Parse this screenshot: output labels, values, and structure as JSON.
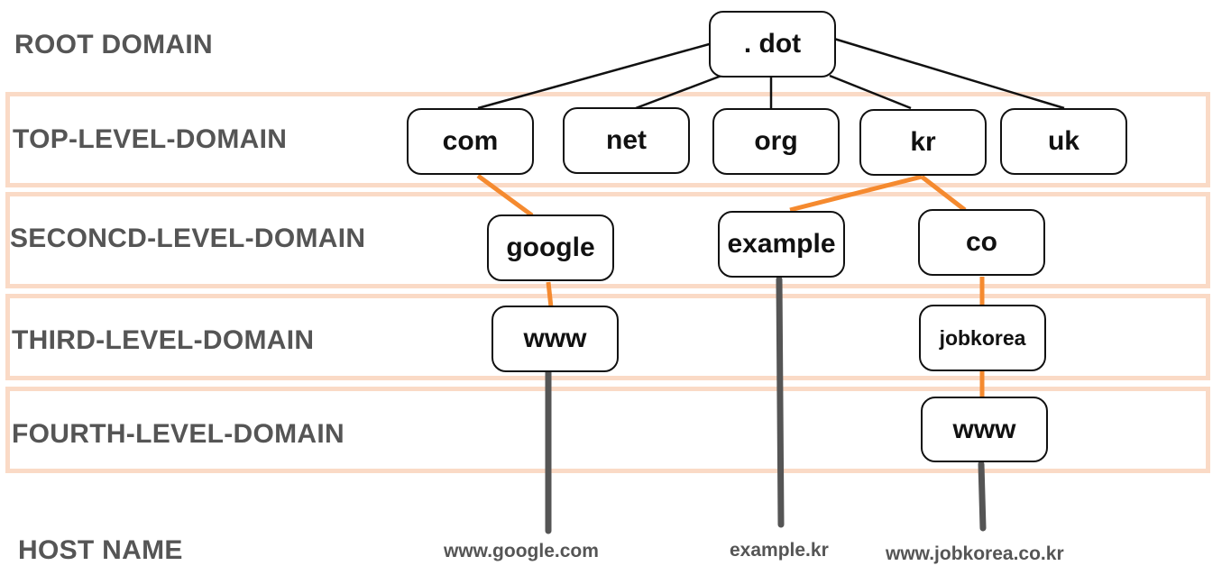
{
  "levels": {
    "root": "ROOT DOMAIN",
    "tld": "TOP-LEVEL-DOMAIN",
    "sld": "SECONCD-LEVEL-DOMAIN",
    "third": "THIRD-LEVEL-DOMAIN",
    "fourth": "FOURTH-LEVEL-DOMAIN",
    "host": "HOST NAME"
  },
  "nodes": {
    "root": ". dot",
    "tld": [
      "com",
      "net",
      "org",
      "kr",
      "uk"
    ],
    "sld": [
      "google",
      "example",
      "co"
    ],
    "third": [
      "www",
      "jobkorea"
    ],
    "fourth": [
      "www"
    ]
  },
  "hosts": [
    "www.google.com",
    "example.kr",
    "www.jobkorea.co.kr"
  ],
  "colors": {
    "band": "#fadac6",
    "label": "#555555",
    "black_link": "#111111",
    "orange_link": "#f58a2f",
    "host_line": "#555555"
  }
}
